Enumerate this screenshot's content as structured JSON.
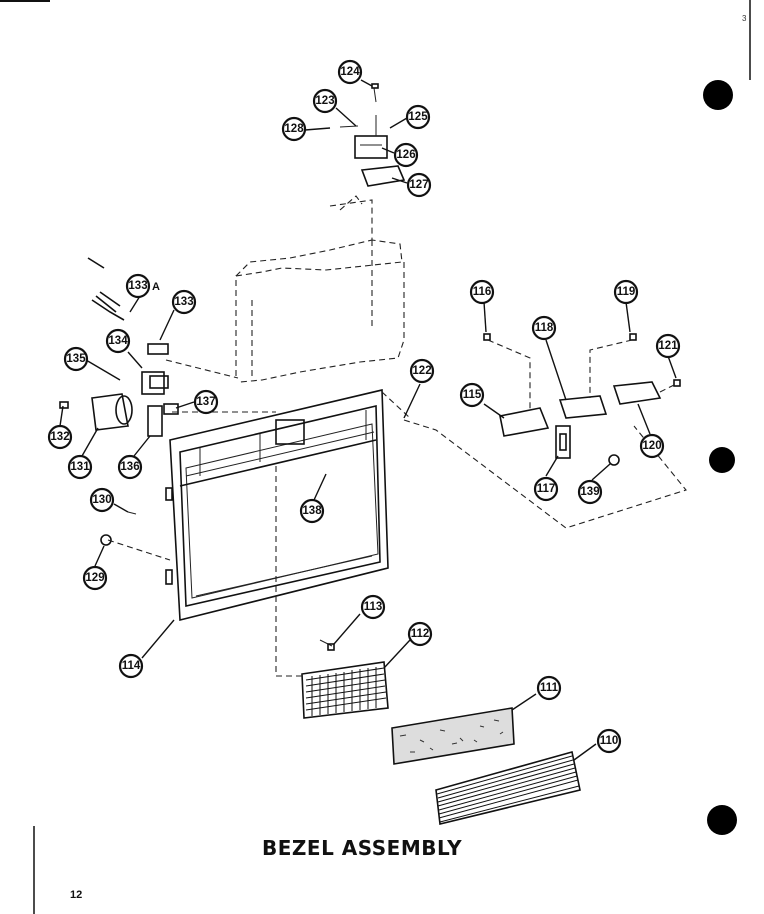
{
  "diagram": {
    "title": "BEZEL ASSEMBLY",
    "page_number": "12",
    "corner_mark": "3",
    "callouts": {
      "c124": "124",
      "c123": "123",
      "c125": "125",
      "c128": "128",
      "c126": "126",
      "c127": "127",
      "c133a": "133",
      "c133a_suffix": "A",
      "c133": "133",
      "c134": "134",
      "c135": "135",
      "c137": "137",
      "c132": "132",
      "c131": "131",
      "c136": "136",
      "c130": "130",
      "c129": "129",
      "c138": "138",
      "c113": "113",
      "c112": "112",
      "c114": "114",
      "c111": "111",
      "c110": "110",
      "c116": "116",
      "c119": "119",
      "c118": "118",
      "c121": "121",
      "c115": "115",
      "c122": "122",
      "c120": "120",
      "c117": "117",
      "c139": "139"
    }
  }
}
